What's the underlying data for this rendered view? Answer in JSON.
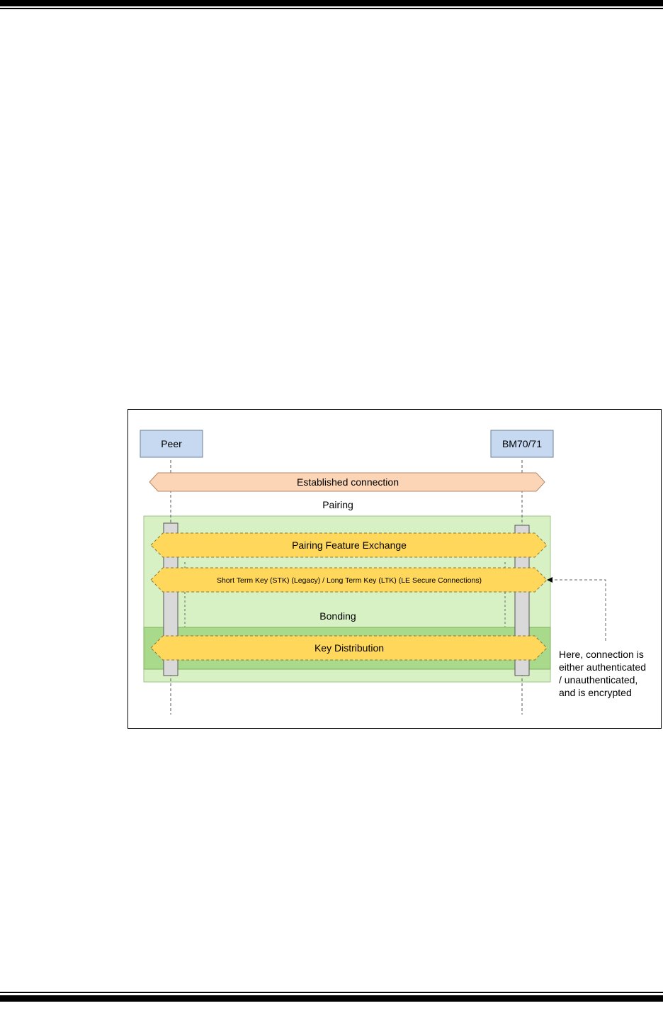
{
  "diagram": {
    "participants": {
      "peer": "Peer",
      "device": "BM70/71"
    },
    "established_connection": "Established connection",
    "pairing_label": "Pairing",
    "pairing_feature_exchange": "Pairing Feature Exchange",
    "key_exchange": "Short Term Key (STK) (Legacy) / Long Term Key (LTK) (LE Secure Connections)",
    "bonding_label": "Bonding",
    "key_distribution": "Key Distribution",
    "note": {
      "line1": "Here, connection is",
      "line2": "either authenticated",
      "line3": "/ unauthenticated,",
      "line4": "and is encrypted"
    },
    "colors": {
      "participant_fill": "#c6d9f1",
      "connection_fill": "#fbd5b5",
      "pairing_region": "#d7f0c4",
      "bonding_region": "#a9d98a",
      "message_fill": "#ffd75a",
      "activation_bar": "#d9d9d9"
    }
  }
}
